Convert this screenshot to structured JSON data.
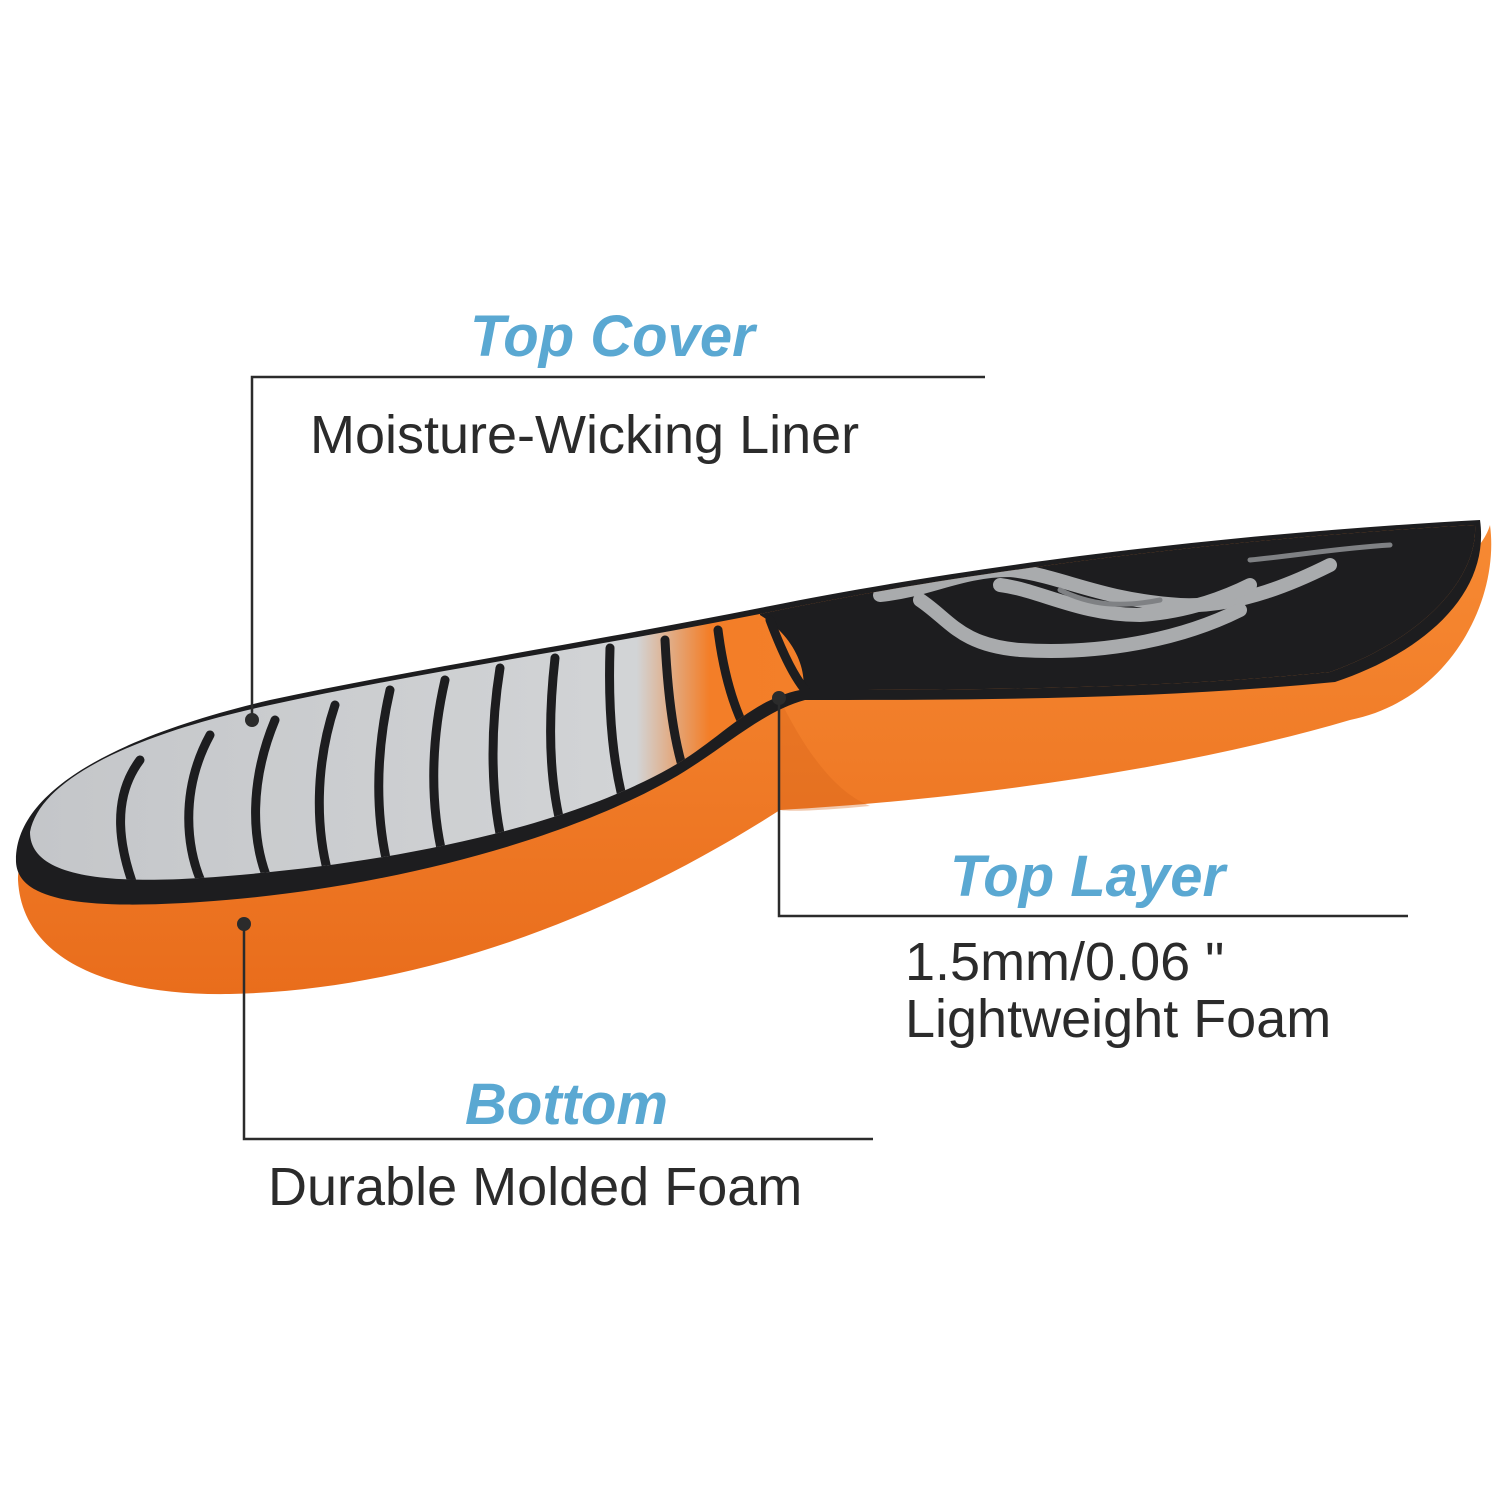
{
  "colors": {
    "accent_title": "#5aa8d2",
    "text": "#2b2b2b",
    "leader_line": "#2b2b2b",
    "foam_orange": "#f47d26",
    "foam_orange_dark": "#d9651a",
    "liner_black": "#1d1d1f",
    "stripe_gray": "#c7c9cc",
    "pattern_gray": "#a9abad"
  },
  "product": {
    "illustration_icon": "insole-layers-illustration"
  },
  "callouts": {
    "top_cover": {
      "title": "Top Cover",
      "description": "Moisture-Wicking Liner"
    },
    "top_layer": {
      "title": "Top Layer",
      "description_line1": "1.5mm/0.06 \"",
      "description_line2": "Lightweight Foam"
    },
    "bottom": {
      "title": "Bottom",
      "description": "Durable Molded Foam"
    }
  }
}
